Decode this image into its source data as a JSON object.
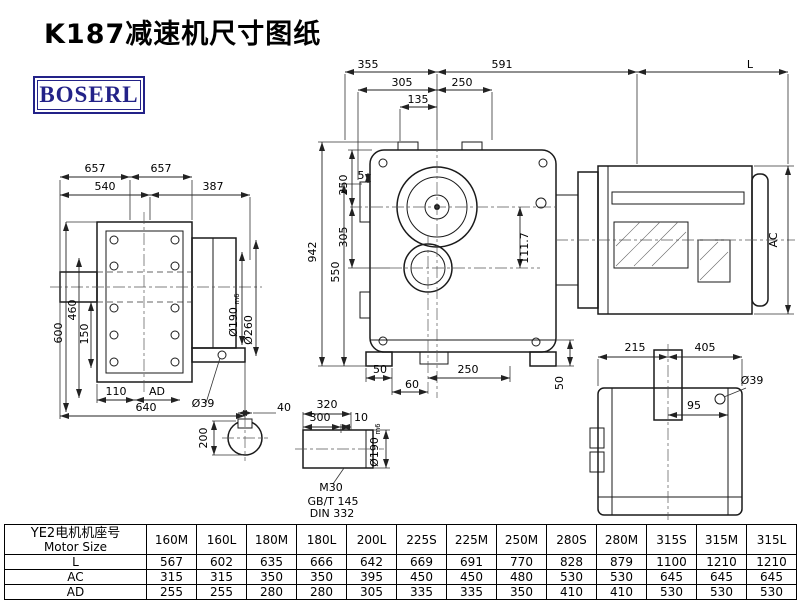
{
  "page": {
    "title": "K187减速机尺寸图纸",
    "logo": "BOSERL"
  },
  "d": {
    "front": {
      "t355": "355",
      "t591": "591",
      "tL": "L",
      "t305": "305",
      "t250": "250",
      "t135": "135",
      "v942": "942",
      "v550": "550",
      "v250": "250",
      "v305": "305",
      "v5": "5",
      "v111_7": "111.7",
      "b50": "50",
      "b60": "60",
      "b250": "250",
      "r50": "50"
    },
    "left": {
      "a657": "657",
      "b657": "657",
      "t540": "540",
      "t387": "387",
      "v600": "600",
      "v460": "460",
      "v150": "150",
      "b110": "110",
      "bAD": "AD",
      "b640": "640",
      "d39": "Ø39",
      "d190": "Ø190",
      "fit190": "m6",
      "d260": "Ø260"
    },
    "motor": {
      "ac": "AC"
    },
    "base": {
      "t215": "215",
      "t405": "405",
      "t95": "95",
      "d39": "Ø39"
    },
    "sec": {
      "v200": "200",
      "t40": "40"
    },
    "side": {
      "t320": "320",
      "t300": "300",
      "t10": "10",
      "m30": "M30",
      "gbt": "GB/T 145",
      "din": "DIN 332",
      "d190": "Ø190",
      "fit190": "m6"
    }
  },
  "table": {
    "header": {
      "line1": "YE2电机机座号",
      "line2": "Motor Size"
    },
    "columns": [
      "160M",
      "160L",
      "180M",
      "180L",
      "200L",
      "225S",
      "225M",
      "250M",
      "280S",
      "280M",
      "315S",
      "315M",
      "315L"
    ],
    "rows": [
      {
        "label": "L",
        "values": [
          "567",
          "602",
          "635",
          "666",
          "642",
          "669",
          "691",
          "770",
          "828",
          "879",
          "1100",
          "1210",
          "1210"
        ]
      },
      {
        "label": "AC",
        "values": [
          "315",
          "315",
          "350",
          "350",
          "395",
          "450",
          "450",
          "480",
          "530",
          "530",
          "645",
          "645",
          "645"
        ]
      },
      {
        "label": "AD",
        "values": [
          "255",
          "255",
          "280",
          "280",
          "305",
          "335",
          "335",
          "350",
          "410",
          "410",
          "530",
          "530",
          "530"
        ]
      }
    ]
  }
}
